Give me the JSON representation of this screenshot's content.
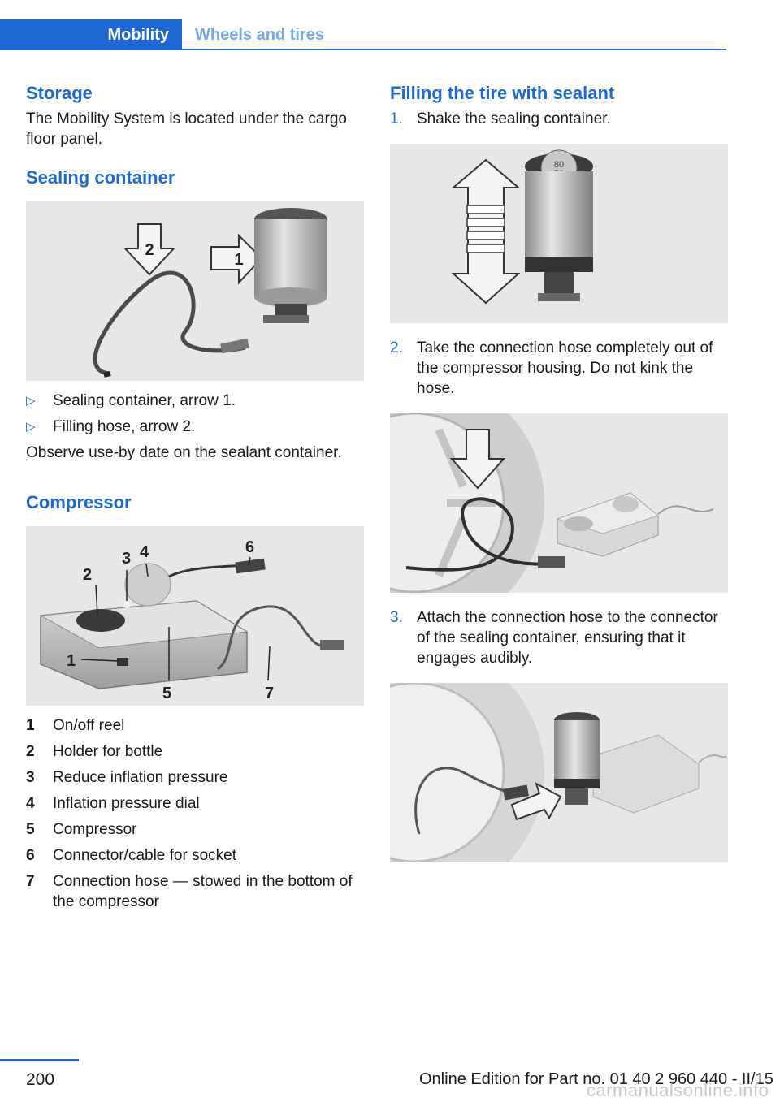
{
  "header": {
    "active_tab": "Mobility",
    "next_tab": "Wheels and tires"
  },
  "left": {
    "storage_title": "Storage",
    "storage_text": "The Mobility System is located under the cargo floor panel.",
    "sealing_title": "Sealing container",
    "sealing_fig_labels": {
      "a1": "1",
      "a2": "2"
    },
    "sealing_bullets": [
      "Sealing container, arrow 1.",
      "Filling hose, arrow 2."
    ],
    "use_by_note": "Observe use-by date on the sealant container.",
    "compressor_title": "Compressor",
    "compressor_fig_labels": [
      "1",
      "2",
      "3",
      "4",
      "5",
      "6",
      "7"
    ],
    "compressor_legend": [
      {
        "num": "1",
        "text": "On/off reel"
      },
      {
        "num": "2",
        "text": "Holder for bottle"
      },
      {
        "num": "3",
        "text": "Reduce inflation pressure"
      },
      {
        "num": "4",
        "text": "Inflation pressure dial"
      },
      {
        "num": "5",
        "text": "Compressor"
      },
      {
        "num": "6",
        "text": "Connector/cable for socket"
      },
      {
        "num": "7",
        "text": "Connection hose — stowed in the bottom of the compressor"
      }
    ]
  },
  "right": {
    "fill_title": "Filling the tire with sealant",
    "steps": [
      {
        "num": "1.",
        "text": "Shake the sealing container."
      },
      {
        "num": "2.",
        "text": "Take the connection hose completely out of the compressor housing. Do not kink the hose."
      },
      {
        "num": "3.",
        "text": "Attach the connection hose to the connector of the sealing container, ensuring that it engages audibly."
      }
    ],
    "gauge_top": "80",
    "gauge_bottom": "50"
  },
  "footer": {
    "page_number": "200",
    "edition": "Online Edition for Part no. 01 40 2 960 440 - II/15",
    "watermark": "carmanualsonline.info"
  }
}
